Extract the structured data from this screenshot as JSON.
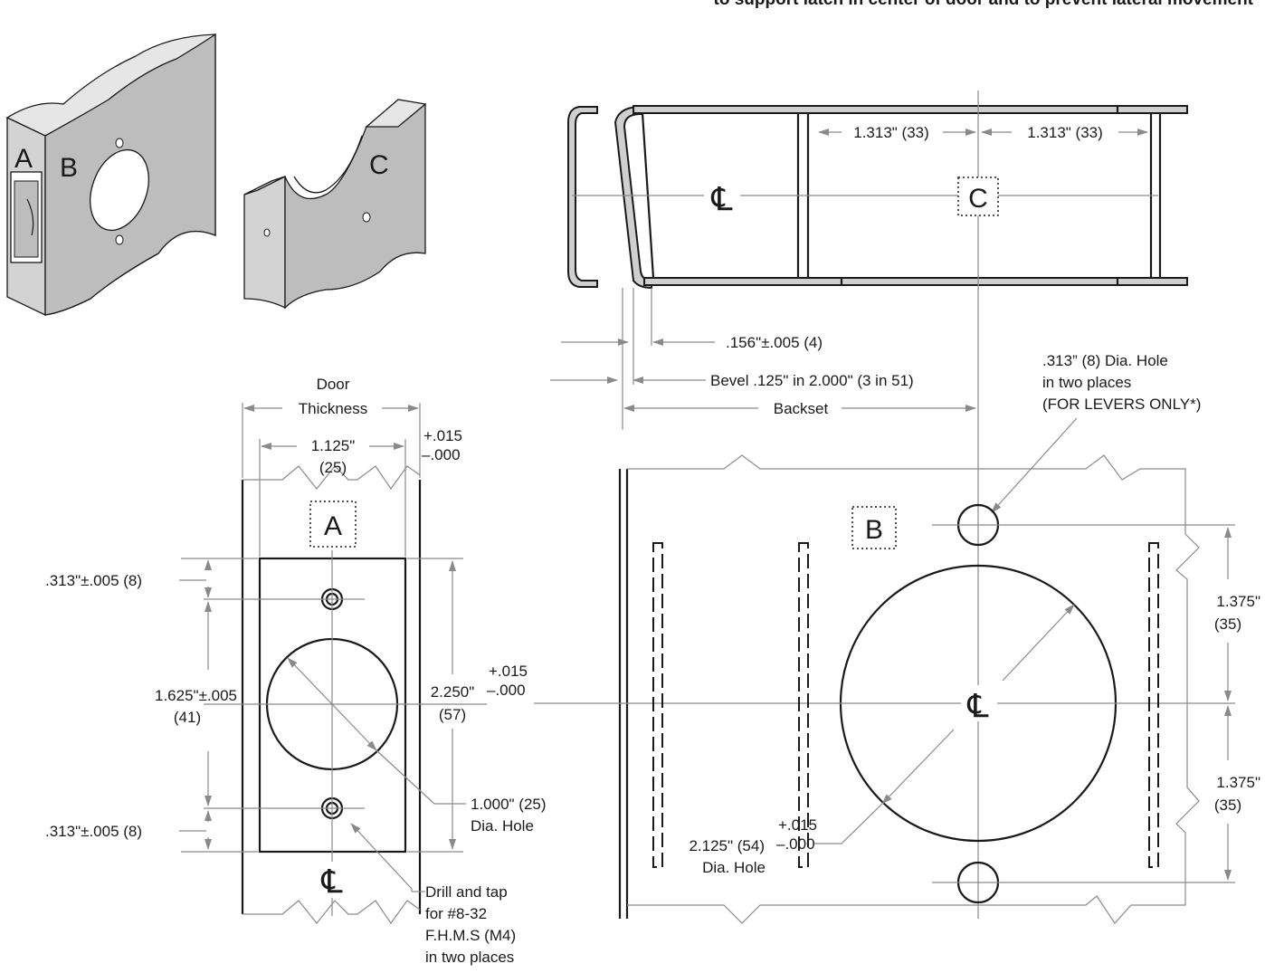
{
  "header": {
    "text": "to support latch in center of door and to prevent lateral movement"
  },
  "iso_labels": {
    "a": "A",
    "b": "B",
    "c": "C"
  },
  "parts": {
    "a": "A",
    "b": "B",
    "c": "C"
  },
  "centerline_symbol": "℄",
  "top_view": {
    "dim_left_half": "1.313\" (33)",
    "dim_right_half": "1.313\" (33)",
    "lip_dim": ".156\"±.005  (4)",
    "bevel": "Bevel .125\" in 2.000\" (3 in 51)",
    "backset": "Backset"
  },
  "lever_hole": {
    "line1": ".313” (8) Dia. Hole",
    "line2": "in two places",
    "line3": "(FOR LEVERS ONLY*)"
  },
  "edge_view": {
    "door_thickness_line1": "Door",
    "door_thickness_line2": "Thickness",
    "tol_plus": "+.015",
    "tol_minus": "–.000",
    "width_line1": "1.125\"",
    "width_line2": "(25)",
    "top_hole_offset": ".313\"±.005 (8)",
    "hole_spacing_line1": "1.625\"±.005",
    "hole_spacing_line2": "(41)",
    "bottom_hole_offset": ".313\"±.005 (8)",
    "height_line1": "2.250\"",
    "height_line2": "(57)",
    "height_tol_plus": "+.015",
    "height_tol_minus": "–.000",
    "bore_line1": "1.000\" (25)",
    "bore_line2": "Dia. Hole",
    "tap_line1": "Drill and tap",
    "tap_line2": "for #8-32",
    "tap_line3": "F.H.M.S (M4)",
    "tap_line4": "in two places"
  },
  "face_view": {
    "upper_spacing_line1": "1.375\"",
    "upper_spacing_line2": "(35)",
    "lower_spacing_line1": "1.375\"",
    "lower_spacing_line2": "(35)",
    "bore_line1": "2.125\" (54)",
    "bore_line2": "Dia. Hole",
    "tol_plus": "+.015",
    "tol_minus": "–.000"
  }
}
